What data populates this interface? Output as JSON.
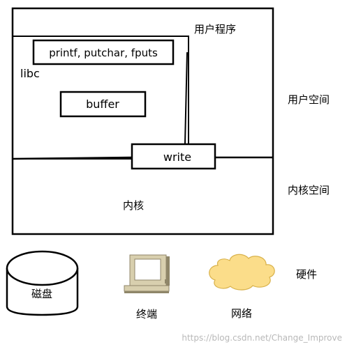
{
  "labels": {
    "user_program": "用户程序",
    "libc": "libc",
    "stdio_functions": "printf, putchar, fputs",
    "buffer": "buffer",
    "write": "write",
    "kernel": "内核",
    "user_space": "用户空间",
    "kernel_space": "内核空间",
    "hardware": "硬件",
    "disk": "磁盘",
    "terminal": "终端",
    "network": "网络"
  },
  "watermark": "https://blog.csdn.net/Change_Improve",
  "colors": {
    "stroke": "#000000",
    "cloud_fill": "#fbdd8a",
    "cloud_stroke": "#d8b14a",
    "computer_body": "#d8cfae",
    "computer_dark": "#8f8669",
    "computer_screen": "#ffffff",
    "watermark": "#b8b8b8"
  },
  "icons": {
    "disk": "cylinder-disk-icon",
    "terminal": "computer-terminal-icon",
    "network": "cloud-network-icon"
  }
}
